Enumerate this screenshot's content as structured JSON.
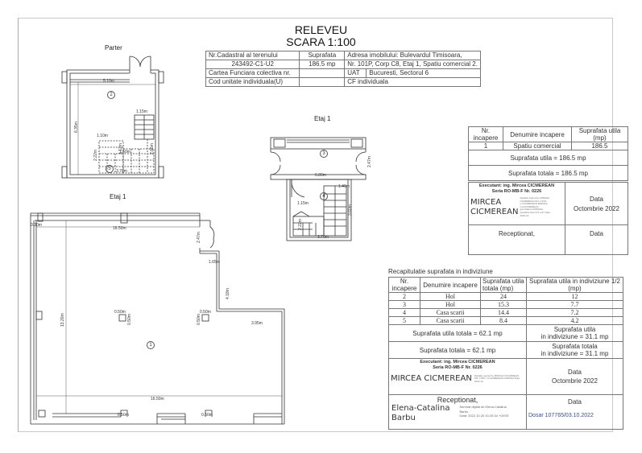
{
  "header": {
    "title": "RELEVEU",
    "scale": "SCARA 1:100"
  },
  "cadastral_table": {
    "nr_cadastral_label": "Nr.Cadastral al terenului",
    "nr_cadastral_value": "243492-C1-U2",
    "suprafata_label": "Suprafata",
    "suprafata_value": "186.5 mp",
    "adresa_label": "Adresa imobilului: Bulevardul Timisoara,",
    "adresa_value": "Nr. 101P, Corp C8, Etaj 1, Spatiu comercial 2.",
    "carte_funciara_label": "Cartea Funciara colectiva nr.",
    "uat_label": "UAT",
    "uat_value": "Bucuresti, Sectorul 6",
    "cod_unitate_label": "Cod unitate individuala(U)",
    "cf_individuala_label": "CF individuala"
  },
  "plans": {
    "parter": {
      "label": "Parter",
      "dims": [
        "5.10m",
        "6.35m",
        "1.15m",
        "1.10m",
        "2.22m",
        "1.12m",
        "1.50m",
        "3.70m",
        "2.65m"
      ],
      "rooms": [
        "2",
        "5"
      ]
    },
    "etaj1_small": {
      "label": "Etaj 1",
      "dims": [
        "6.80m",
        "2.47m",
        "1.15m",
        "1.40m",
        "2.22m",
        "3.60m",
        "3.70m"
      ],
      "rooms": [
        "3",
        "4"
      ]
    },
    "etaj1_main": {
      "label": "Etaj 1",
      "dims": [
        "0.30m",
        "16.50m",
        "2.47m",
        "1.65m",
        "4.18m",
        "13.20m",
        "0.50m",
        "0.50m",
        "0.50m",
        "0.50m",
        "3.95m",
        "16.50m",
        "0.50m",
        "0.50m"
      ],
      "rooms": [
        "1"
      ]
    }
  },
  "room_table": {
    "headers": [
      "Nr. incapere",
      "Denumire incapere",
      "Suprafata utila (mp)"
    ],
    "rows": [
      {
        "nr": "1",
        "name": "Spatiu comercial",
        "area": "186.5"
      }
    ],
    "utila": "Suprafata utila = 186.5 mp",
    "totala": "Suprafata totala = 186.5 mp"
  },
  "signature_block_1": {
    "executant": "Executant: ing. Mircea CICMEREAN",
    "seria": "Seria RO-MB-F Nr. 0226",
    "name_line1": "MIRCEA",
    "name_line2": "CICMEREAN",
    "digital_sig": "Digitally signed by MIRCEA CICMEREAN DN: c=RO, o=CICMEREAN MIRCEA, cn=CICMEREAN, givenName=MIRCEA, serialNumber=2.5.4.97 Date: 2022.10.",
    "data_label": "Data",
    "data_value": "Octombrie 2022",
    "receptionat": "Receptionat,",
    "data_label_2": "Data"
  },
  "recap": {
    "title": "Recapitulatie suprafata in indiviziune",
    "headers": [
      "Nr. incapere",
      "Denumire incapere",
      "Suprafata utila totala (mp)",
      "Suprafata utila in indiviziune 1/2 (mp)"
    ],
    "rows": [
      {
        "nr": "2",
        "name": "Hol",
        "total": "24",
        "half": "12"
      },
      {
        "nr": "3",
        "name": "Hol",
        "total": "15.3",
        "half": "7.7"
      },
      {
        "nr": "4",
        "name": "Casa scarii",
        "total": "14.4",
        "half": "7.2"
      },
      {
        "nr": "5",
        "name": "Casa scarii",
        "total": "8.4",
        "half": "4.2"
      }
    ],
    "utila_totala": "Suprafata utila totala = 62.1 mp",
    "utila_indiviziune_1": "Suprafata utila",
    "utila_indiviziune_2": "in indiviziune = 31.1 mp",
    "totala": "Suprafata totala = 62.1 mp",
    "totala_indiviziune_1": "Suprafata totala",
    "totala_indiviziune_2": "in indiviziune = 31.1 mp"
  },
  "signature_block_2": {
    "executant": "Executant: ing. Mircea CICMEREAN",
    "seria": "Seria RO-MB-F Nr. 0226",
    "name": "MIRCEA CICMEREAN",
    "digital_sig": "Digitally signed by MIRCEA CICMEREAN DN: c=RO, o=CICMEREAN MIRCEA Date: 2022.10.",
    "data_label": "Data",
    "data_value": "Octombrie 2022",
    "receptionat": "Receptionat,",
    "receiver_line1": "Elena-Catalina",
    "receiver_line2": "Barbu",
    "receiver_sig_1": "Semnat digital de Elena-Catalina",
    "receiver_sig_2": "Barbu",
    "receiver_sig_3": "Data: 2022.10.20 10:25:34 +03'00'",
    "data_label_2": "Data",
    "dosar": "Dosar 107765/03.10.2022"
  }
}
